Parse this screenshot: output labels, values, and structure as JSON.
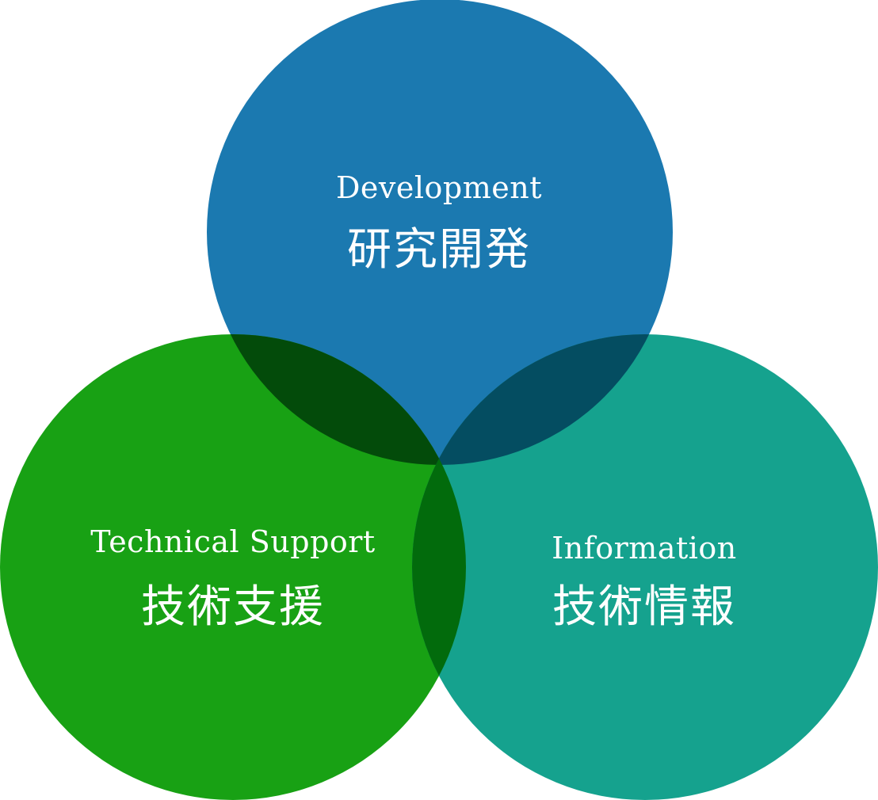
{
  "diagram": {
    "type": "venn-3",
    "circles": [
      {
        "id": "development",
        "label_en": "Development",
        "label_ja": "研究開発",
        "color": "#1b79b0"
      },
      {
        "id": "technical-support",
        "label_en": "Technical Support",
        "label_ja": "技術支援",
        "color": "#18a114"
      },
      {
        "id": "information",
        "label_en": "Information",
        "label_ja": "技術情報",
        "color": "#15a28e"
      }
    ],
    "overlap_colors": {
      "development_support": "#034b0a",
      "development_information": "#044d61",
      "support_information": "#026b0c"
    }
  }
}
